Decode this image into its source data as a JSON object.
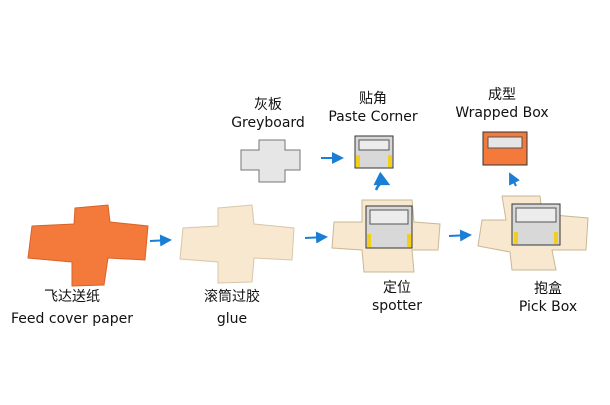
{
  "steps": {
    "feed": {
      "zh": "飞达送纸",
      "en": "Feed cover paper"
    },
    "glue": {
      "zh": "滚筒过胶",
      "en": "glue"
    },
    "spotter": {
      "zh": "定位",
      "en": "spotter"
    },
    "greyboard": {
      "zh": "灰板",
      "en": "Greyboard"
    },
    "paste": {
      "zh": "贴角",
      "en": "Paste Corner"
    },
    "pick": {
      "zh": "抱盒",
      "en": "Pick Box"
    },
    "wrapped": {
      "zh": "成型",
      "en": "Wrapped Box"
    }
  },
  "colors": {
    "cover": "#f47a3c",
    "glued": "#f8e8cf",
    "board": "#dcdcdc",
    "tape": "#f2cf1f",
    "arrow": "#1a7fd4"
  }
}
